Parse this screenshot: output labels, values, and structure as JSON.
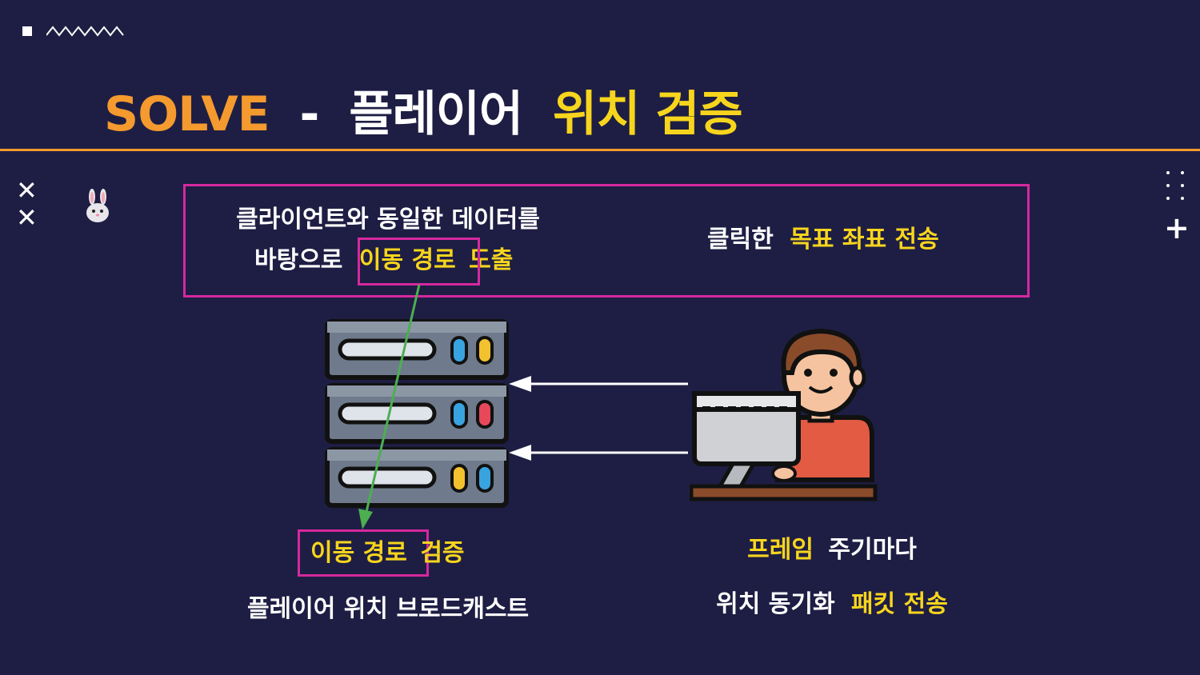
{
  "title": {
    "part1": "SOLVE",
    "dash": "-",
    "part2": "플레이어",
    "part3": "위치 검증"
  },
  "top_box": {
    "line1": "클라이언트와 동일한 데이터를",
    "line2_prefix": "바탕으로",
    "line2_highlight": "이동 경로",
    "line2_suffix": "도출",
    "right_prefix": "클릭한",
    "right_highlight": "목표 좌표 전송"
  },
  "server_caption": {
    "highlight": "이동 경로",
    "suffix": "검증",
    "line2": "플레이어 위치 브로드캐스트"
  },
  "client_caption": {
    "line1_highlight": "프레임",
    "line1_suffix": "주기마다",
    "line2_prefix": "위치 동기화",
    "line2_highlight": "패킷 전송"
  },
  "colors": {
    "background": "#1e1e44",
    "accent_orange": "#f59a2e",
    "accent_yellow": "#f7d51d",
    "box_magenta": "#d6289e",
    "arrow_green": "#4caf50",
    "arrow_white": "#ffffff"
  },
  "icons": {
    "top_left": [
      "square-icon",
      "zigzag-icon"
    ],
    "left": [
      "x-icon",
      "x-icon",
      "rabbit-icon"
    ],
    "right": [
      "dots-grid-icon",
      "plus-icon"
    ],
    "diagram": [
      "server-rack-icon",
      "user-at-computer-icon"
    ]
  }
}
